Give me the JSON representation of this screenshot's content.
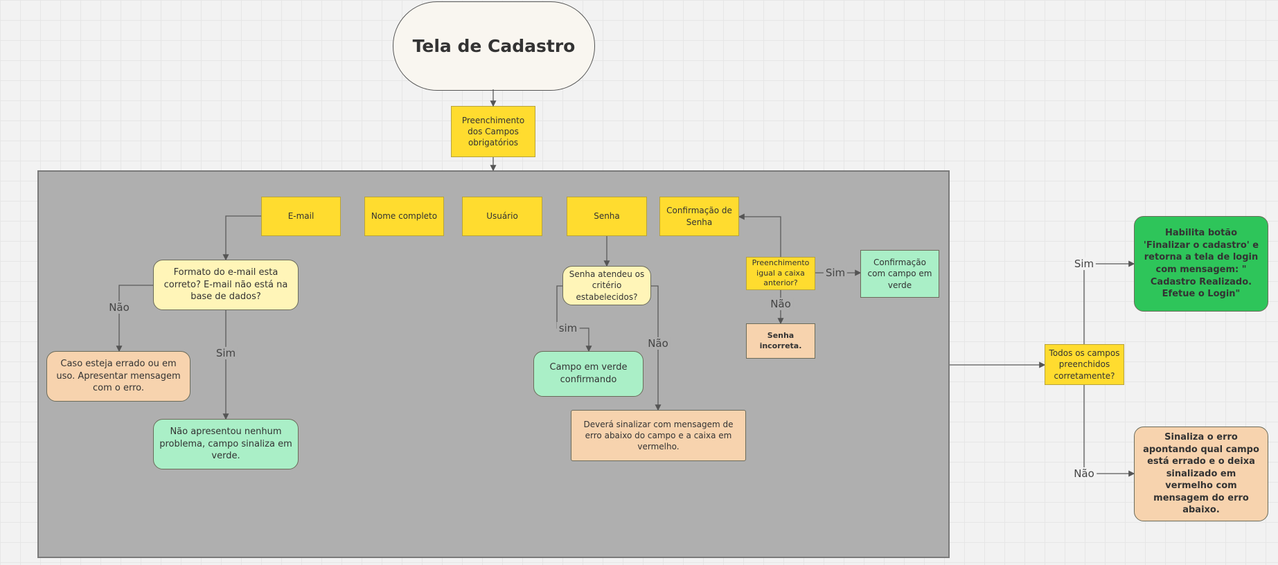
{
  "title": "Tela de Cadastro",
  "start_step": "Preenchimento dos Campos obrigatórios",
  "fields": [
    "E-mail",
    "Nome completo",
    "Usuário",
    "Senha",
    "Confirmação de Senha"
  ],
  "email_flow": {
    "question": "Formato do e-mail esta correto? E-mail não está na base de dados?",
    "no_label": "Não",
    "no_result": "Caso esteja errado ou em uso. Apresentar mensagem com o erro.",
    "yes_label": "Sim",
    "yes_result": "Não apresentou nenhum problema, campo sinaliza em verde."
  },
  "password_flow": {
    "question": "Senha atendeu os critério estabelecidos?",
    "yes_label": "sim",
    "yes_result": "Campo em verde confirmando",
    "no_label": "Não",
    "no_result": "Deverá sinalizar com mensagem de erro abaixo do campo e a caixa em vermelho."
  },
  "confirm_flow": {
    "question": "Preenchimento igual a caixa anterior?",
    "yes_label": "Sim",
    "yes_result": "Confirmação com campo em verde",
    "no_label": "Não",
    "no_result": "Senha incorreta."
  },
  "final_flow": {
    "question": "Todos os campos preenchidos corretamente?",
    "yes_label": "Sim",
    "yes_result": "Habilita botão 'Finalizar o cadastro' e retorna a tela de login com mensagem: \" Cadastro Realizado. Efetue o Login\"",
    "no_label": "Não",
    "no_result": "Sinaliza o erro apontando qual campo está errado e o deixa sinalizado em vermelho com mensagem do erro abaixo."
  },
  "colors": {
    "sticky": "#ffdc2f",
    "pale": "#fff5b8",
    "orange": "#f7d3ae",
    "green": "#aaefc7",
    "success": "#2ec55a",
    "container": "#afafaf"
  }
}
